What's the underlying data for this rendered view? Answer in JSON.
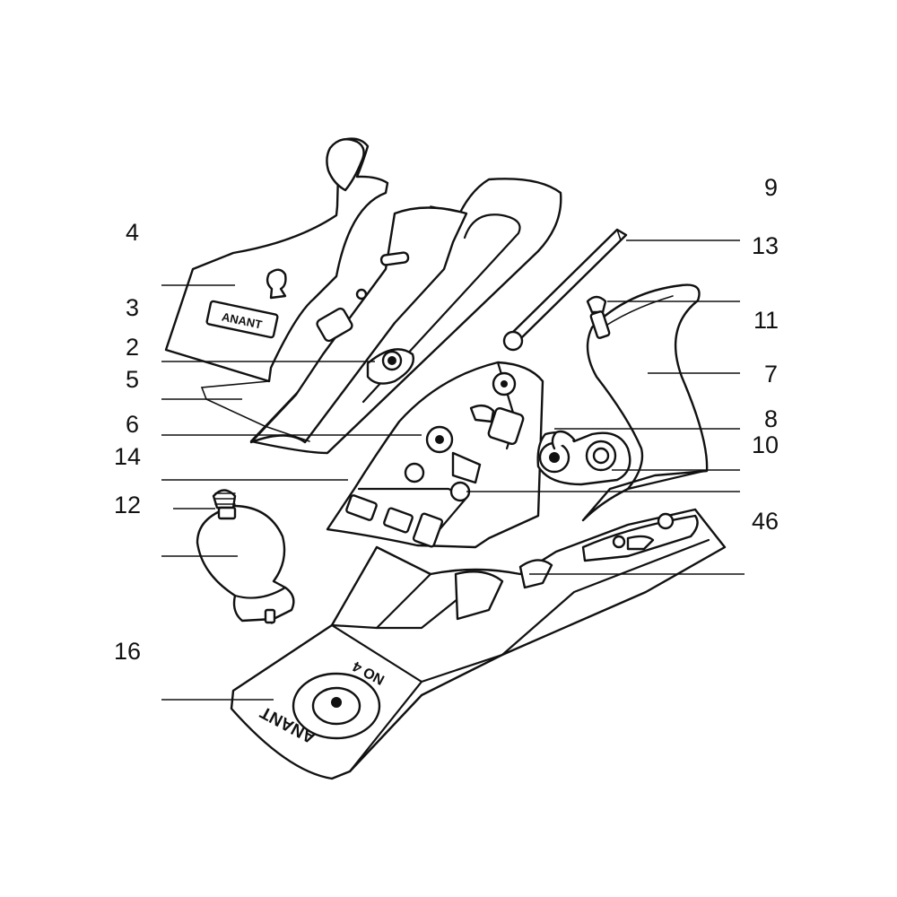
{
  "diagram": {
    "callouts": [
      "4",
      "3",
      "2",
      "5",
      "6",
      "14",
      "12",
      "16",
      "9",
      "13",
      "11",
      "7",
      "8",
      "10",
      "46"
    ],
    "iron_cap_brand": "ANANT",
    "body_brand": "ANANT",
    "body_model": "NO 4"
  }
}
